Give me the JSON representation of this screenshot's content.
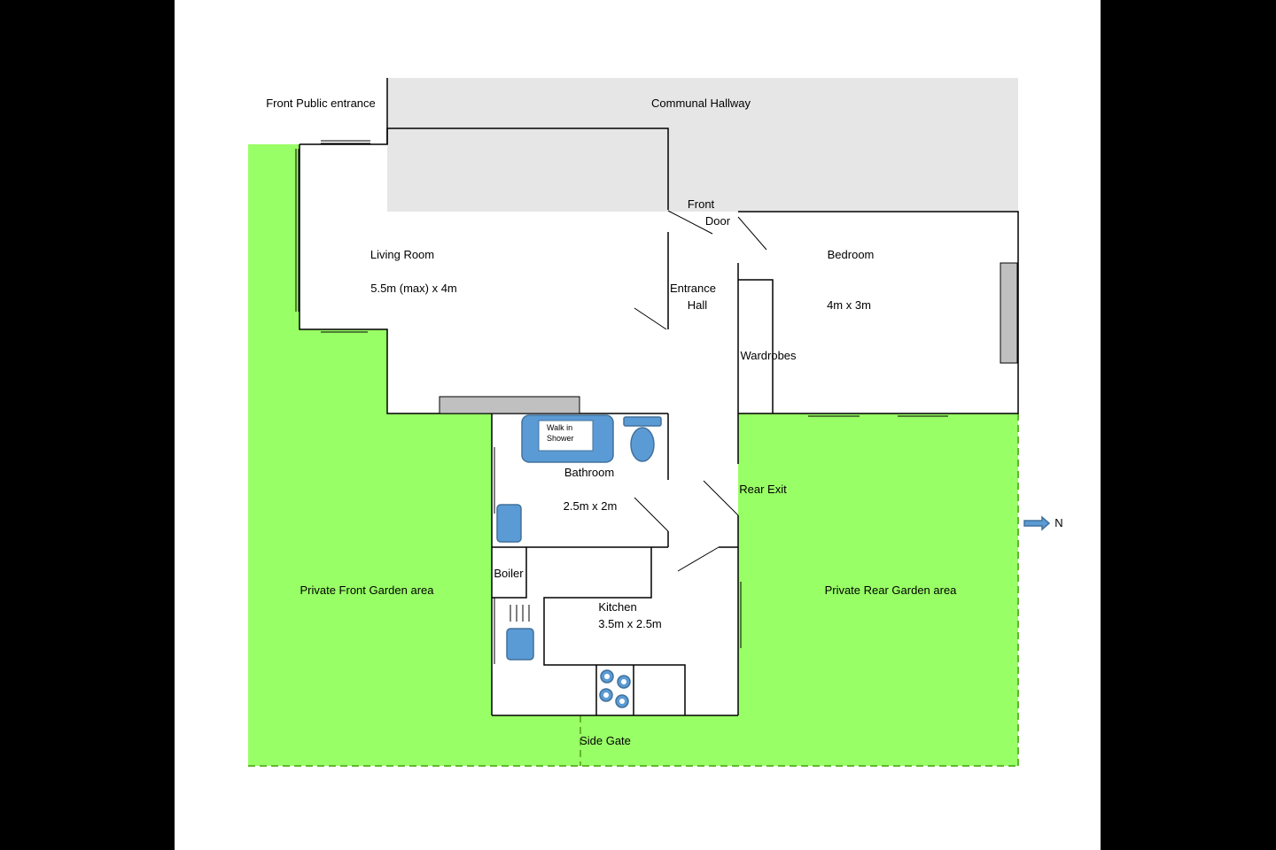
{
  "labels": {
    "front_public_entrance": "Front Public entrance",
    "communal_hallway": "Communal Hallway",
    "front_door_1": "Front",
    "front_door_2": "Door",
    "living_room": "Living Room",
    "living_room_size": "5.5m (max) x 4m",
    "entrance_hall_1": "Entrance",
    "entrance_hall_2": "Hall",
    "bedroom": "Bedroom",
    "bedroom_size": "4m x 3m",
    "wardrobes": "Wardrobes",
    "walk_in_shower_1": "Walk in",
    "walk_in_shower_2": "Shower",
    "bathroom": "Bathroom",
    "bathroom_size": "2.5m x 2m",
    "rear_exit": "Rear Exit",
    "boiler": "Boiler",
    "kitchen": "Kitchen",
    "kitchen_size": "3.5m x 2.5m",
    "private_front_garden": "Private Front Garden area",
    "private_rear_garden": "Private Rear Garden area",
    "side_gate": "Side Gate",
    "north": "N"
  },
  "colors": {
    "garden": "#99ff66",
    "garden_border": "#5fb82e",
    "hallway": "#e6e6e6",
    "fixture": "#5b9bd5",
    "fixture_border": "#41719c",
    "radiator": "#c0c0c0",
    "wall": "#000000"
  }
}
